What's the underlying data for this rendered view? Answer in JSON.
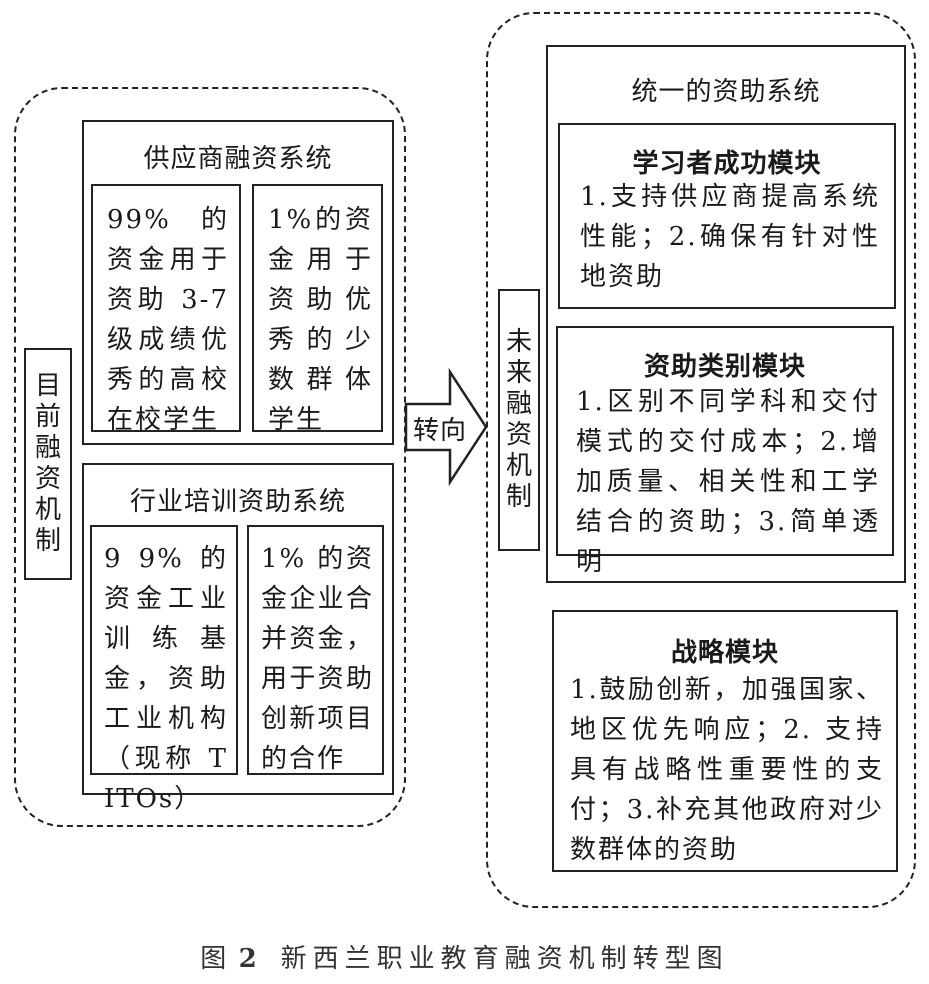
{
  "current": {
    "label": "目前融资机制",
    "supplier": {
      "title": "供应商融资系统",
      "left_text": "99% 的资金用于资助 3-7 级成绩优秀的高校在校学生",
      "right_text": "1%的资金用于资助优秀的少数群体学生"
    },
    "industry": {
      "title": "行业培训资助系统",
      "left_text": "9 9% 的资金工业训练基金，资助工业机构（现称 TITOs）",
      "right_text": "1% 的资金企业合并资金，用于资助创新项目的合作"
    }
  },
  "arrow": {
    "label": "转向"
  },
  "future": {
    "label": "未来融资机制",
    "unified": {
      "title": "统一的资助系统",
      "learner": {
        "title": "学习者成功模块",
        "text": "1.支持供应商提高系统性能；2.确保有针对性地资助"
      },
      "category": {
        "title": "资助类别模块",
        "text": "1.区别不同学科和交付模式的交付成本；2.增加质量、相关性和工学结合的资助；3.简单透明"
      }
    },
    "strategy": {
      "title": "战略模块",
      "text": "1.鼓励创新，加强国家、地区优先响应；2. 支持具有战略性重要性的支付；3.补充其他政府对少数群体的资助"
    }
  },
  "caption": {
    "fig_prefix": "图",
    "fig_number": "2",
    "text": "新西兰职业教育融资机制转型图"
  }
}
